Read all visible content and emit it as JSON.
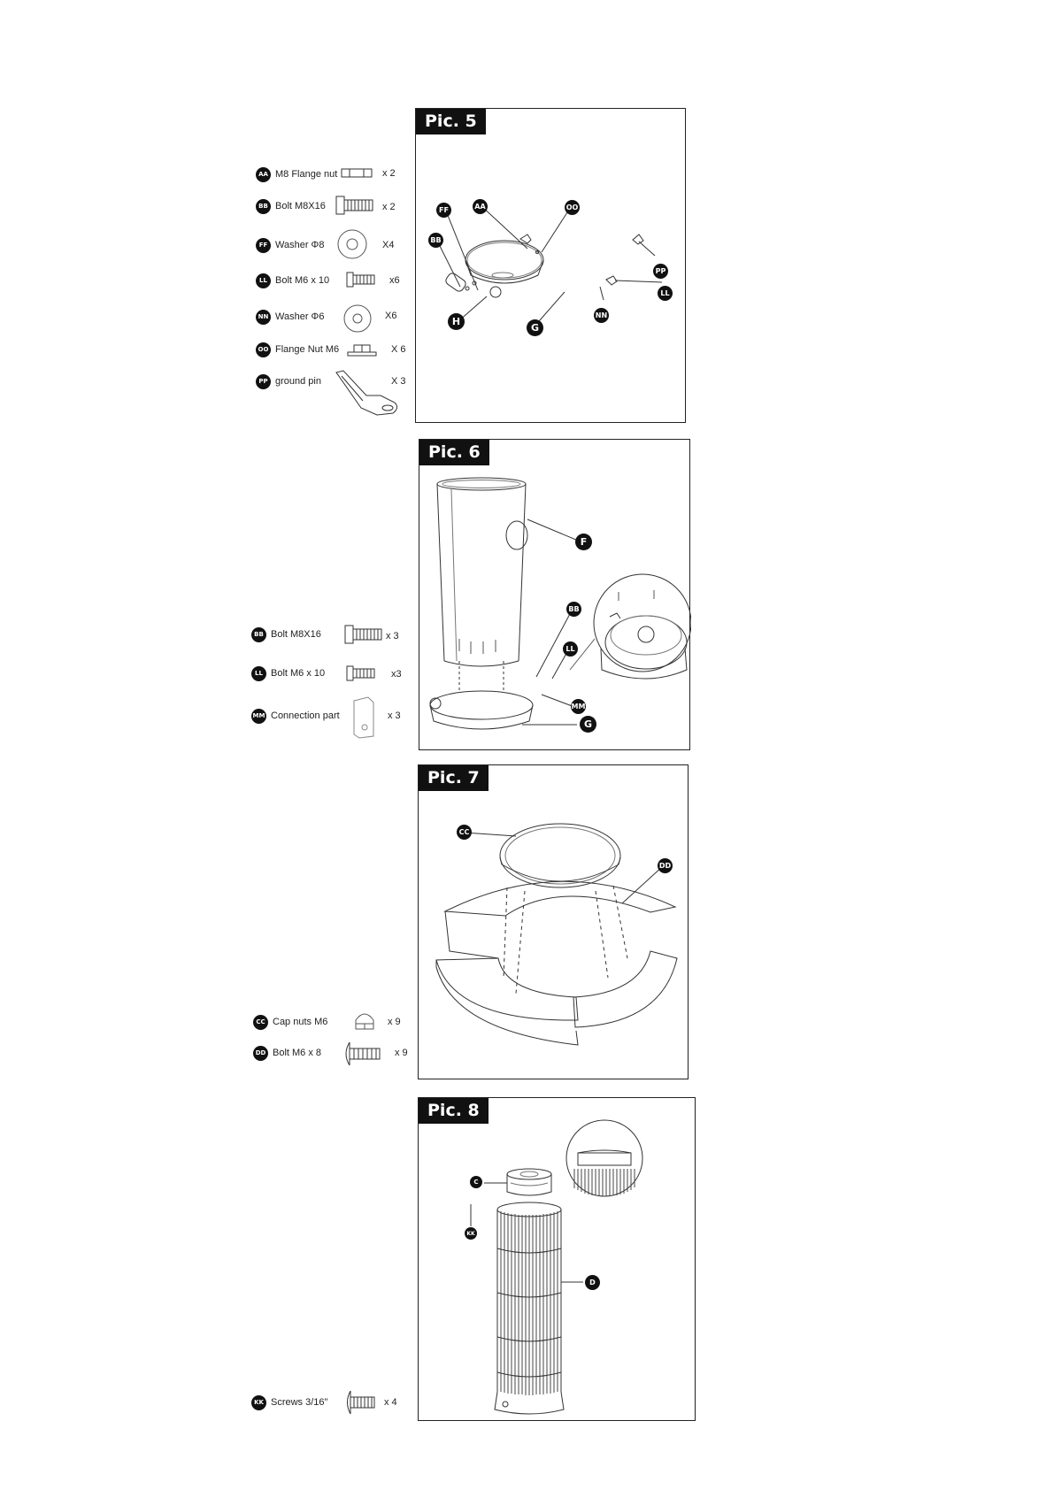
{
  "pic5": {
    "label": "Pic. 5",
    "parts": [
      {
        "code": "AA",
        "name": "M8 Flange nut",
        "qty": "x 2"
      },
      {
        "code": "BB",
        "name": "Bolt M8X16",
        "qty": "x 2"
      },
      {
        "code": "FF",
        "name": "Washer Φ8",
        "qty": "X4"
      },
      {
        "code": "LL",
        "name": "Bolt M6 x 10",
        "qty": "x6"
      },
      {
        "code": "NN",
        "name": "Washer Φ6",
        "qty": "X6"
      },
      {
        "code": "OO",
        "name": "Flange Nut M6",
        "qty": "X 6"
      },
      {
        "code": "PP",
        "name": "ground pin",
        "qty": "X 3"
      }
    ],
    "callouts": [
      "FF",
      "AA",
      "OO",
      "BB",
      "PP",
      "LL",
      "NN",
      "H",
      "G"
    ]
  },
  "pic6": {
    "label": "Pic. 6",
    "parts": [
      {
        "code": "BB",
        "name": "Bolt M8X16",
        "qty": "x 3"
      },
      {
        "code": "LL",
        "name": "Bolt M6 x 10",
        "qty": "x3"
      },
      {
        "code": "MM",
        "name": "Connection part",
        "qty": "x 3"
      }
    ],
    "callouts": [
      "F",
      "BB",
      "LL",
      "MM",
      "G"
    ]
  },
  "pic7": {
    "label": "Pic. 7",
    "parts": [
      {
        "code": "CC",
        "name": "Cap nuts M6",
        "qty": "x 9"
      },
      {
        "code": "DD",
        "name": "Bolt M6 x 8",
        "qty": "x 9"
      }
    ],
    "callouts": [
      "CC",
      "DD"
    ]
  },
  "pic8": {
    "label": "Pic. 8",
    "parts": [
      {
        "code": "KK",
        "name": "Screws 3/16\"",
        "qty": "x 4"
      }
    ],
    "callouts": [
      "C",
      "KK",
      "D"
    ]
  }
}
